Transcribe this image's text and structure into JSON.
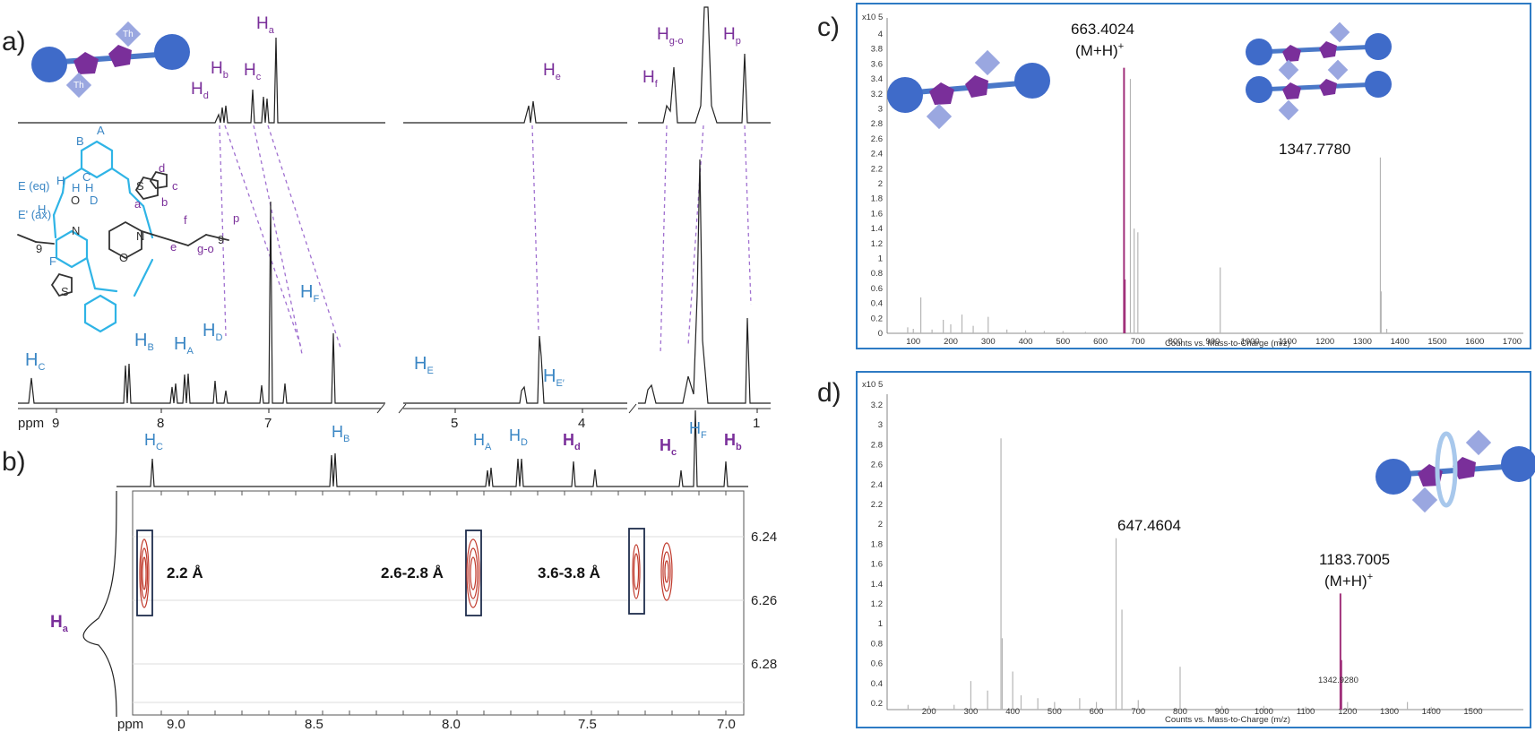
{
  "panels": {
    "a": {
      "label": "a)",
      "top_labels": [
        {
          "name": "h-d",
          "main": "H",
          "sub": "d"
        },
        {
          "name": "h-b",
          "main": "H",
          "sub": "b"
        },
        {
          "name": "h-c",
          "main": "H",
          "sub": "c"
        },
        {
          "name": "h-a",
          "main": "H",
          "sub": "a"
        },
        {
          "name": "h-e",
          "main": "H",
          "sub": "e"
        },
        {
          "name": "h-f",
          "main": "H",
          "sub": "f"
        },
        {
          "name": "h-g-o",
          "main": "H",
          "sub": "g-o"
        },
        {
          "name": "h-p",
          "main": "H",
          "sub": "p"
        }
      ],
      "bottom_labels": [
        {
          "name": "h-C",
          "main": "H",
          "sub": "C"
        },
        {
          "name": "h-B",
          "main": "H",
          "sub": "B"
        },
        {
          "name": "h-A",
          "main": "H",
          "sub": "A"
        },
        {
          "name": "h-D",
          "main": "H",
          "sub": "D"
        },
        {
          "name": "h-F",
          "main": "H",
          "sub": "F"
        },
        {
          "name": "h-E",
          "main": "H",
          "sub": "E"
        },
        {
          "name": "h-E2",
          "main": "H",
          "sub": "E′"
        }
      ],
      "axis": {
        "unit": "ppm",
        "ticks": [
          "9",
          "8",
          "7",
          "5",
          "4",
          "1"
        ]
      },
      "structure_labels": [
        "A",
        "B",
        "C",
        "D",
        "E (eq)",
        "E' (ax)",
        "F",
        "a",
        "b",
        "c",
        "d",
        "e",
        "f",
        "p",
        "g-o",
        "9",
        "9",
        "S",
        "S",
        "N",
        "N",
        "O",
        "O",
        "H",
        "H",
        "H",
        "H"
      ],
      "thiophene_tag": "Th"
    },
    "b": {
      "label": "b)",
      "top_labels": [
        {
          "name": "h-C",
          "main": "H",
          "sub": "C"
        },
        {
          "name": "h-B",
          "main": "H",
          "sub": "B"
        },
        {
          "name": "h-A",
          "main": "H",
          "sub": "A"
        },
        {
          "name": "h-D",
          "main": "H",
          "sub": "D"
        },
        {
          "name": "h-d",
          "main": "H",
          "sub": "d"
        },
        {
          "name": "h-c",
          "main": "H",
          "sub": "c"
        },
        {
          "name": "h-F",
          "main": "H",
          "sub": "F"
        },
        {
          "name": "h-b",
          "main": "H",
          "sub": "b"
        }
      ],
      "left_label": {
        "main": "H",
        "sub": "a"
      },
      "distances": [
        "2.2 Å",
        "2.6-2.8 Å",
        "3.6-3.8 Å"
      ],
      "x_axis": {
        "unit": "ppm",
        "ticks": [
          "9.0",
          "8.5",
          "8.0",
          "7.5",
          "7.0"
        ]
      },
      "y_axis": {
        "ticks": [
          "6.24",
          "6.26",
          "6.28"
        ]
      }
    },
    "c": {
      "label": "c)",
      "exponent": "x10 5",
      "y_ticks": [
        "4",
        "3.8",
        "3.6",
        "3.4",
        "3.2",
        "3",
        "2.8",
        "2.6",
        "2.4",
        "2.2",
        "2",
        "1.8",
        "1.6",
        "1.4",
        "1.2",
        "1",
        "0.8",
        "0.6",
        "0.4",
        "0.2",
        "0"
      ],
      "x_ticks": [
        "100",
        "200",
        "300",
        "400",
        "500",
        "600",
        "700",
        "800",
        "900",
        "1000",
        "1100",
        "1200",
        "1300",
        "1400",
        "1500",
        "1600",
        "1700"
      ],
      "xlabel": "Counts vs. Mass-to-Charge (m/z)",
      "peak_label_1": "663.4024",
      "peak_label_1b": "(M+H)",
      "peak_label_1b_sup": "+",
      "peak_label_2": "1347.7780"
    },
    "d": {
      "label": "d)",
      "exponent": "x10 5",
      "y_ticks": [
        "3.2",
        "3",
        "2.8",
        "2.6",
        "2.4",
        "2.2",
        "2",
        "1.8",
        "1.6",
        "1.4",
        "1.2",
        "1",
        "0.8",
        "0.6",
        "0.4",
        "0.2"
      ],
      "x_ticks": [
        "200",
        "300",
        "400",
        "500",
        "600",
        "700",
        "800",
        "900",
        "1000",
        "1100",
        "1200",
        "1300",
        "1400",
        "1500"
      ],
      "xlabel": "Counts vs. Mass-to-Charge (m/z)",
      "peak_label_1": "647.4604",
      "peak_label_2": "1183.7005",
      "peak_label_2b": "(M+H)",
      "peak_label_2b_sup": "+",
      "peak_label_3": "1342.9280"
    }
  },
  "colors": {
    "violet": "#7a2f9a",
    "blue": "#3a86c4",
    "cyan": "#2fb4e6",
    "frame": "#2e7bc4",
    "contour": "#c0392b",
    "ms_peak": "#b5b5b5",
    "ms_highlight": "#a0307a"
  }
}
